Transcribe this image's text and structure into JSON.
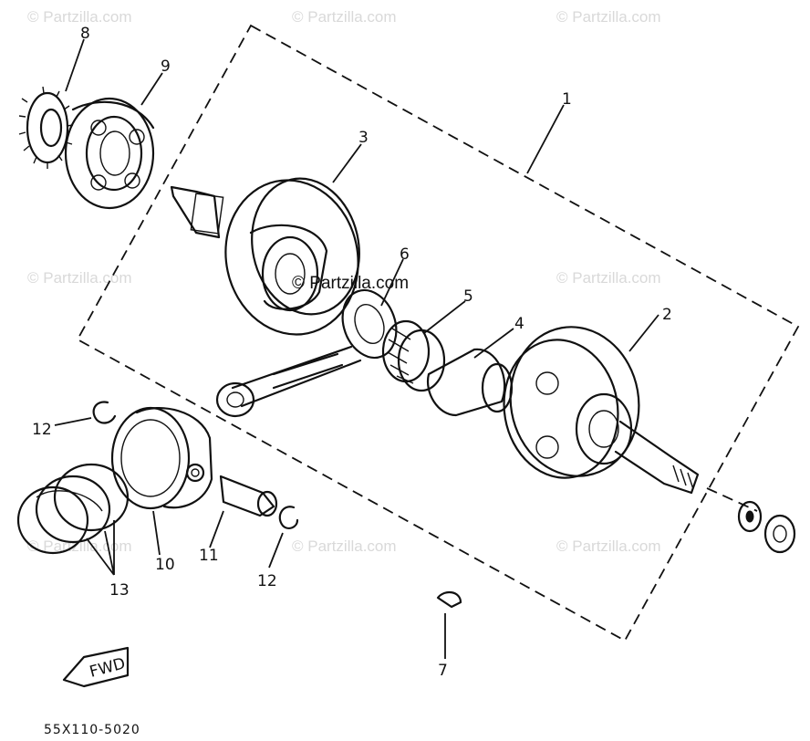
{
  "watermarks": [
    "© Partzilla.com",
    "© Partzilla.com",
    "© Partzilla.com",
    "© Partzilla.com",
    "© Partzilla.com",
    "© Partzilla.com",
    "© Partzilla.com",
    "© Partzilla.com"
  ],
  "center_watermark": "© Partzilla.com",
  "callouts": {
    "c1": "1",
    "c2": "2",
    "c3": "3",
    "c4": "4",
    "c5": "5",
    "c6": "6",
    "c7": "7",
    "c8": "8",
    "c9": "9",
    "c10": "10",
    "c11": "11",
    "c12a": "12",
    "c12b": "12",
    "c13": "13"
  },
  "fwd_label": "FWD",
  "diagram_code": "55X110-5020"
}
